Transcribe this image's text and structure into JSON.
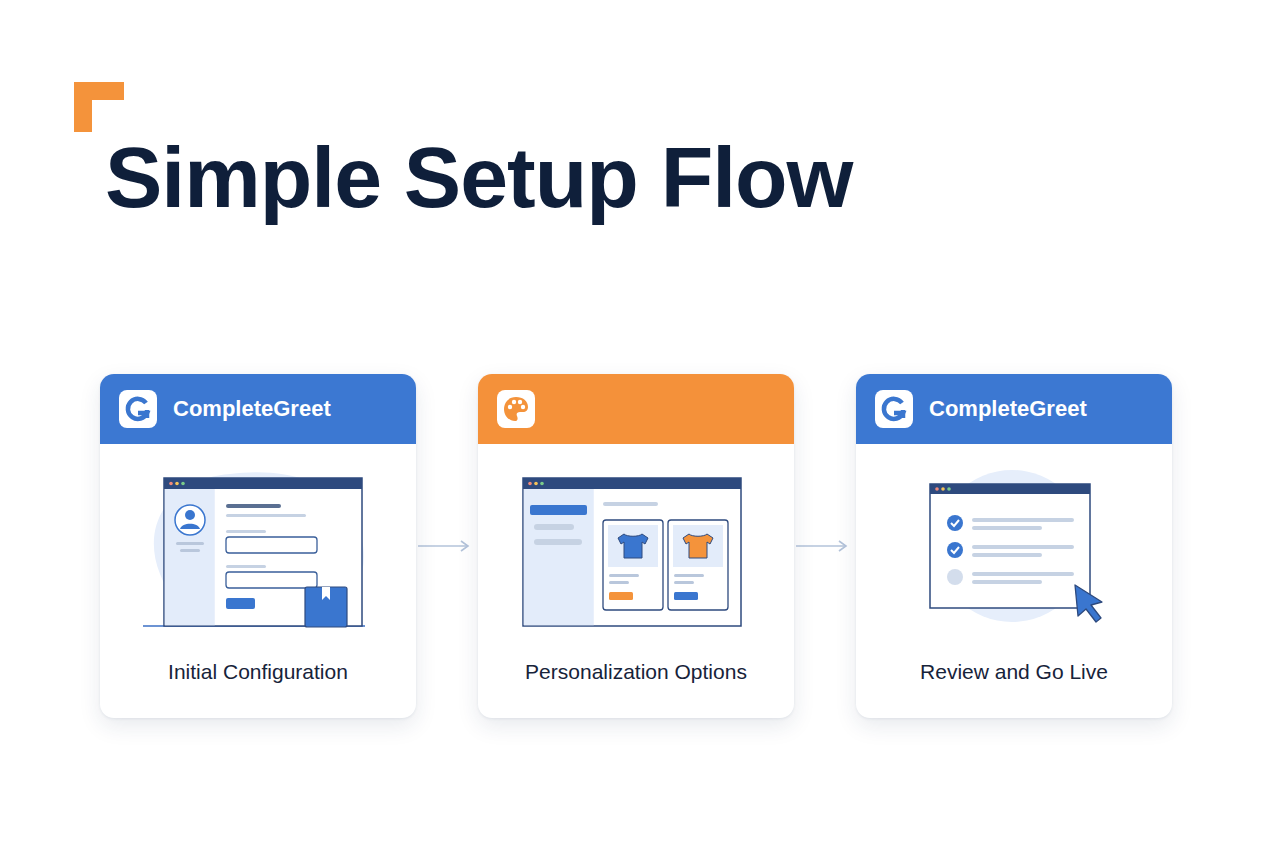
{
  "diagram": {
    "title": "Simple Setup Flow",
    "nodes": [
      {
        "text": [
          "CompleteGreet",
          "Initial Configuration"
        ]
      },
      {
        "text": [
          "Personalization Options"
        ]
      },
      {
        "text": [
          "CompleteGreet",
          "Review and Go Live"
        ]
      }
    ],
    "edges": [
      {
        "from": 0,
        "to": 1,
        "arrow": "to"
      },
      {
        "from": 1,
        "to": 2,
        "arrow": "to"
      }
    ]
  }
}
